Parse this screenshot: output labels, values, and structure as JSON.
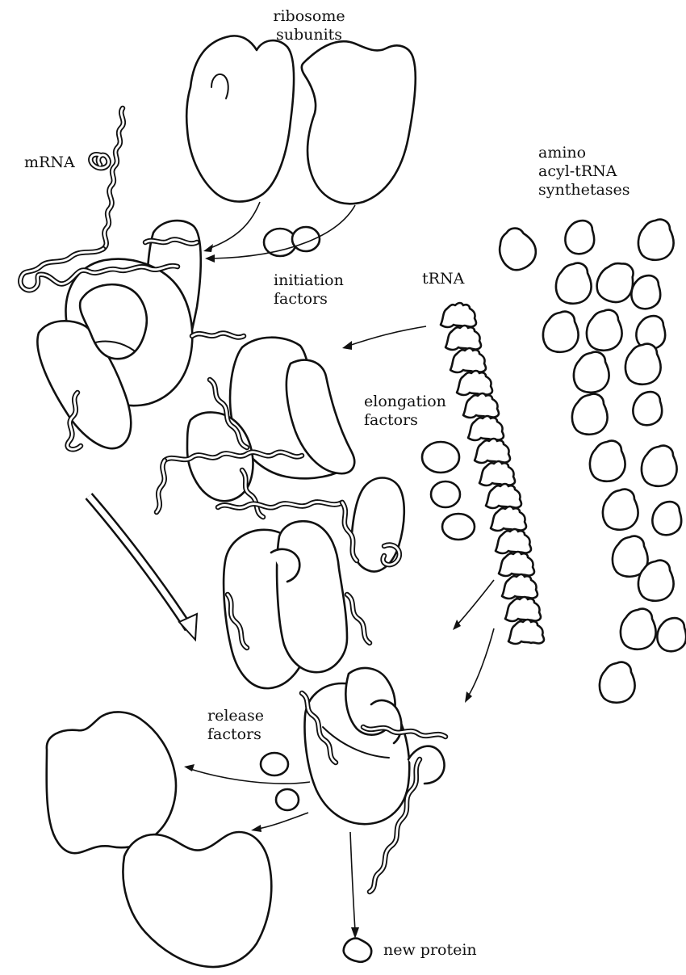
{
  "labels": {
    "ribosome_subunits": [
      "ribosome",
      "subunits"
    ],
    "mrna": "mRNA",
    "amino_acyl_trna_synthetases": [
      "amino",
      "acyl-tRNA",
      "synthetases"
    ],
    "initiation_factors": [
      "initiation",
      "factors"
    ],
    "trna": "tRNA",
    "elongation_factors": [
      "elongation",
      "factors"
    ],
    "release_factors": [
      "release",
      "factors"
    ],
    "new_protein": "new protein"
  }
}
